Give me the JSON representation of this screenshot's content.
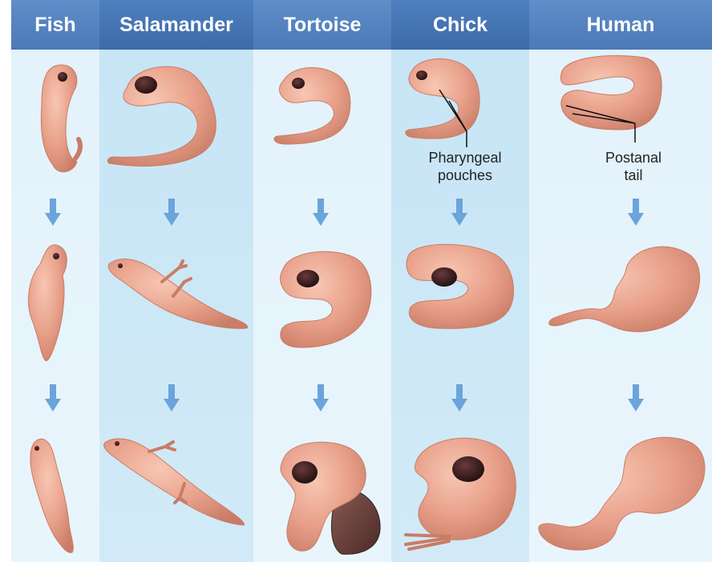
{
  "columns": [
    {
      "label": "Fish"
    },
    {
      "label": "Salamander"
    },
    {
      "label": "Tortoise"
    },
    {
      "label": "Chick"
    },
    {
      "label": "Human"
    }
  ],
  "callouts": {
    "pharyngeal": "Pharyngeal\npouches",
    "postanal": "Postanal\ntail"
  },
  "colors": {
    "header": "#4a79b7",
    "column_light": "#e6f4fb",
    "column_dark": "#c9e6f6",
    "arrow": "#6aa4da",
    "embryo": "#e9a58d",
    "embryo_shade": "#c97c66",
    "eye": "#2a1416"
  }
}
